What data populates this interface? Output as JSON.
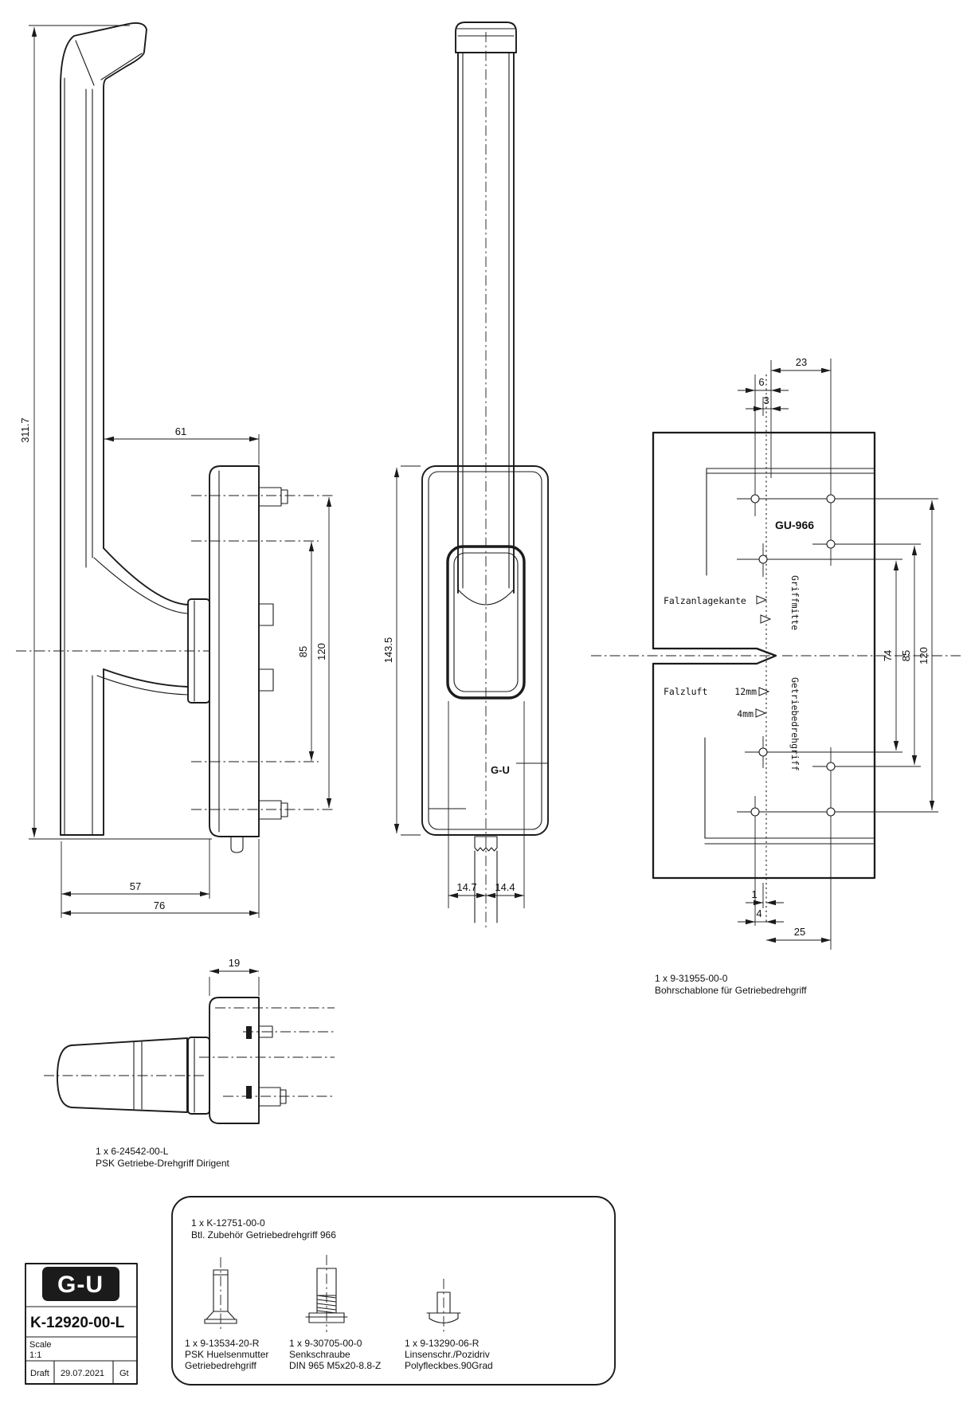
{
  "drawing": {
    "side_view": {
      "dim_height": "311.7",
      "dim_arm": "61",
      "dim_85": "85",
      "dim_120": "120",
      "dim_57": "57",
      "dim_76": "76"
    },
    "front_view": {
      "dim_height": "143.5",
      "dim_left": "14.7",
      "dim_right": "14.4",
      "logo": "G-U"
    },
    "template_view": {
      "label": "GU-966",
      "dim_23": "23",
      "dim_6": "6",
      "dim_3": "3",
      "dim_74": "74",
      "dim_85": "85",
      "dim_120": "120",
      "dim_1": "1",
      "dim_4": "4",
      "dim_25": "25",
      "falzanlagekante": "Falzanlagekante",
      "griffmitte": "Griffmitte",
      "falzluft": "Falzluft",
      "falzluft_12mm": "12mm",
      "falzluft_4mm": "4mm",
      "getriebedrehgriff": "Getriebedrehgriff",
      "caption1": "1 x 9-31955-00-0",
      "caption2": "Bohrschablone für Getriebedrehgriff"
    },
    "top_view": {
      "dim_19": "19",
      "caption1": "1 x 6-24542-00-L",
      "caption2": "PSK Getriebe-Drehgriff Dirigent"
    }
  },
  "accessory_box": {
    "header1": "1 x K-12751-00-0",
    "header2": "Btl. Zubehör Getriebedrehgriff 966",
    "items": [
      {
        "code": "1 x 9-13534-20-R",
        "desc1": "PSK Huelsenmutter",
        "desc2": "Getriebedrehgriff"
      },
      {
        "code": "1 x 9-30705-00-0",
        "desc1": "Senkschraube",
        "desc2": "DIN 965 M5x20-8.8-Z"
      },
      {
        "code": "1 x 9-13290-06-R",
        "desc1": "Linsenschr./Pozidriv",
        "desc2": "Polyfleckbes.90Grad"
      }
    ]
  },
  "title_block": {
    "logo": "G-U",
    "part_number": "K-12920-00-L",
    "scale_label": "Scale",
    "scale_value": "1:1",
    "draft_label": "Draft",
    "draft_date": "29.07.2021",
    "draft_author": "Gt"
  }
}
